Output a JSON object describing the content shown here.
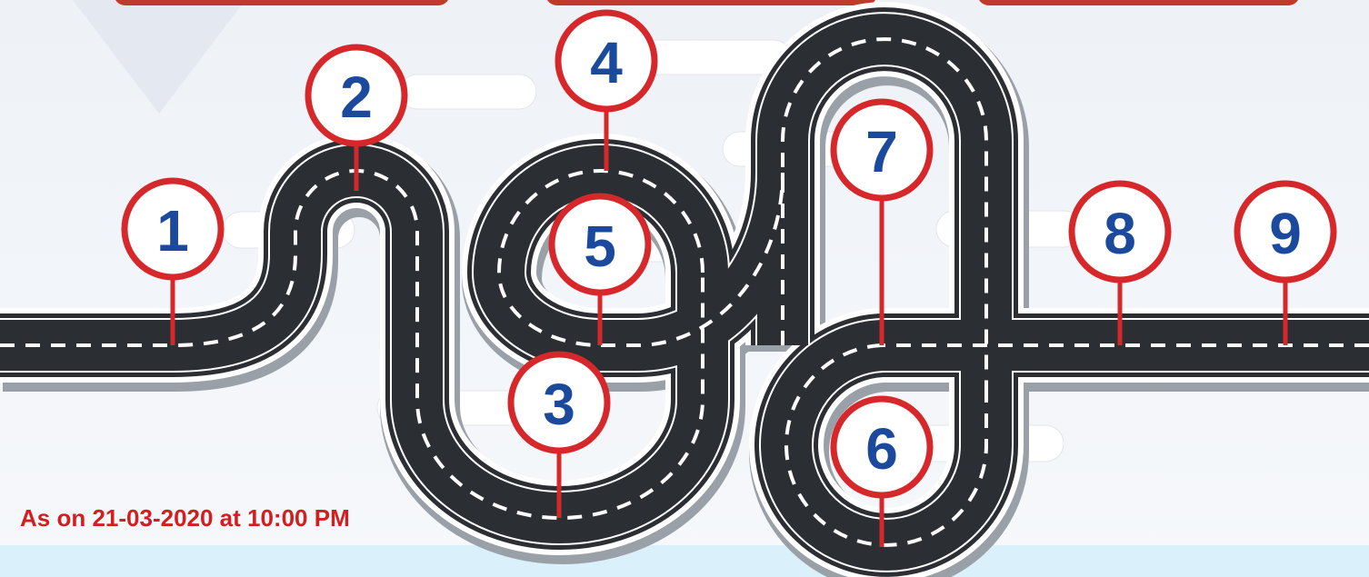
{
  "colors": {
    "road": "#2b2e33",
    "road_shadow": "#9aa0a8",
    "road_edge": "#ffffff",
    "lane_dash": "#ffffff",
    "marker_ring": "#d6282b",
    "marker_fill": "#ffffff",
    "marker_number": "#1b4a9c",
    "label_tab": "#ffffff",
    "top_tab": "#c0392b",
    "stamp_text": "#d11f1f",
    "bottom_band": "#daf0fb"
  },
  "markers": [
    {
      "number": "1"
    },
    {
      "number": "2"
    },
    {
      "number": "3"
    },
    {
      "number": "4"
    },
    {
      "number": "5"
    },
    {
      "number": "6"
    },
    {
      "number": "7"
    },
    {
      "number": "8"
    },
    {
      "number": "9"
    }
  ],
  "timestamp_label": "As on 21-03-2020 at 10:00 PM"
}
